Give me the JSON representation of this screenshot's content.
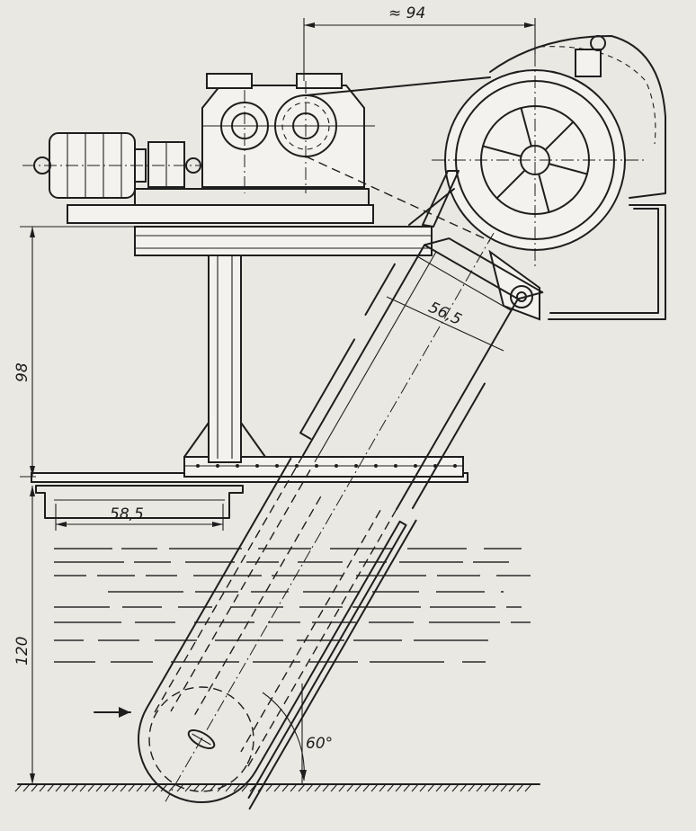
{
  "dimensions": {
    "top_span": "≈ 94",
    "tube_width": "56,5",
    "base_span": "58,5",
    "height_upper": "98",
    "height_lower": "120",
    "tilt_angle": "60°"
  }
}
